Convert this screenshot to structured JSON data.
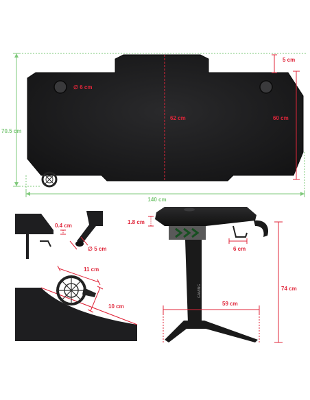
{
  "colors": {
    "dimension_green": "#7ec87a",
    "dimension_red": "#e0263a",
    "desk_black": "#1c1c1e",
    "led_green": "#22dd44"
  },
  "top_view": {
    "total_width": "140 cm",
    "total_depth": "70.5 cm",
    "wing_depth": "60 cm",
    "center_depth": "62 cm",
    "notch_depth": "5 cm",
    "cable_hole_diameter": "∅ 6 cm"
  },
  "edge_detail": {
    "thickness": "0.4 cm",
    "foot_diameter": "∅ 5 cm"
  },
  "cup_holder_detail": {
    "length": "11 cm",
    "width": "10 cm"
  },
  "side_view": {
    "top_thickness": "1.8 cm",
    "hook_depth": "6 cm",
    "height": "74 cm",
    "base_width": "59 cm"
  }
}
